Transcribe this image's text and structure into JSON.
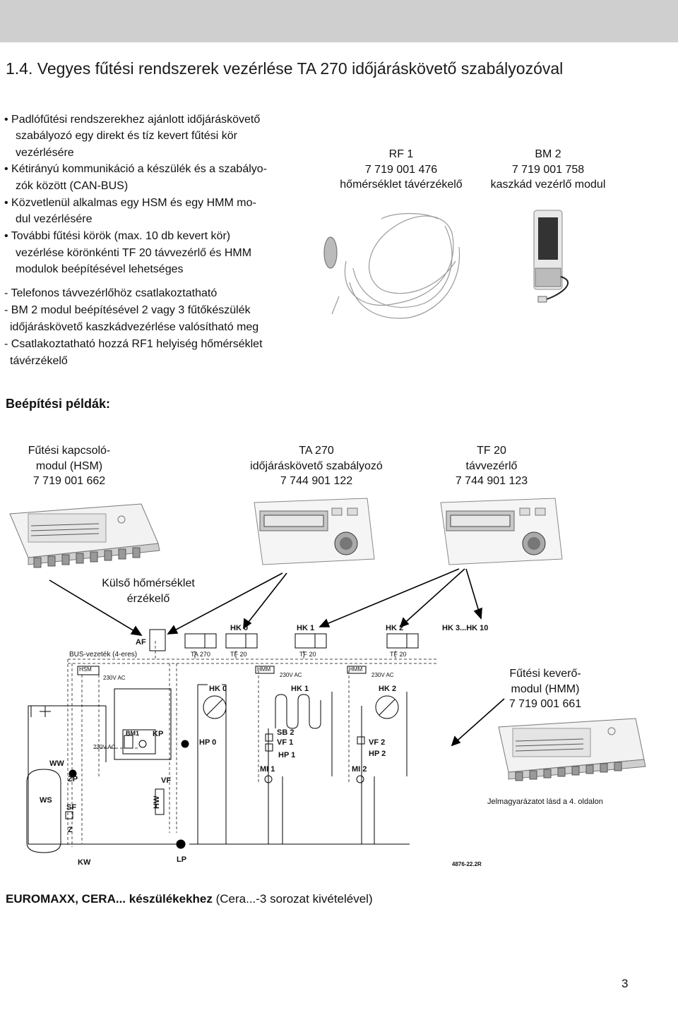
{
  "title": "1.4. Vegyes fűtési rendszerek vezérlése TA 270 időjáráskövető szabályozóval",
  "bullets": [
    "• Padlófűtési rendszerekhez ajánlott időjáráskövető",
    "szabályozó egy direkt és tíz kevert fűtési kör",
    "vezérlésére",
    "• Kétirányú kommunikáció a készülék és a szabályo-",
    "zók között (CAN-BUS)",
    "• Közvetlenül alkalmas egy HSM és egy HMM mo-",
    "dul vezérlésére",
    "• További  fűtési körök (max. 10 db kevert kör)",
    "vezérlése körönkénti TF 20 távvezérlő és HMM",
    "modulok beépítésével lehetséges"
  ],
  "dashes": [
    "- Telefonos távvezérlőhöz csatlakoztatható",
    "- BM 2 modul beépítésével 2 vagy 3 fűtőkészülék",
    "időjáráskövető kaszkádvezérlése valósítható meg",
    "- Csatlakoztatható hozzá RF1 helyiség hőmérséklet",
    "távérzékelő"
  ],
  "rf1": {
    "name": "RF 1",
    "code": "7 719 001 476",
    "desc": "hőmérséklet távérzékelő"
  },
  "bm2": {
    "name": "BM 2",
    "code": "7 719 001 758",
    "desc": "kaszkád vezérlő modul"
  },
  "subhead": "Beépítési példák:",
  "hsm": {
    "l1": "Fűtési kapcsoló-",
    "l2": "modul (HSM)",
    "l3": "7 719 001 662"
  },
  "ta270": {
    "l1": "TA 270",
    "l2": "időjáráskövető szabályozó",
    "l3": "7 744 901 122"
  },
  "tf20": {
    "l1": "TF 20",
    "l2": "távvezérlő",
    "l3": "7 744 901 123"
  },
  "sensor": {
    "l1": "Külső hőmérséklet",
    "l2": "érzékelő"
  },
  "hmm": {
    "l1": "Fűtési keverő-",
    "l2": "modul (HMM)",
    "l3": "7 719 001 661"
  },
  "diagram": {
    "af": "AF",
    "bus": "BUS-vezeték (4-eres)",
    "hsm": "HSM",
    "ac": "230V AC",
    "ta270": "TA 270",
    "tf20": "TF 20",
    "hmm": "HMM",
    "hk0": "HK 0",
    "hk1": "HK 1",
    "hk2": "HK 2",
    "hk3": "HK 3...HK 10",
    "bm1": "BM1",
    "kp": "KP",
    "hp0": "HP 0",
    "sb2": "SB 2",
    "vf1": "VF 1",
    "hp1": "HP 1",
    "mi1": "MI 1",
    "vf2": "VF 2",
    "hp2": "HP 2",
    "mi2": "MI 2",
    "ww": "WW",
    "zp": "ZP",
    "vf": "VF",
    "ws": "WS",
    "sf": "SF",
    "hw": "HW",
    "z": "Z",
    "kw": "KW",
    "lp": "LP",
    "legend": "Jelmagyarázatot lásd a 4. oldalon",
    "ref": "4876-22.2R"
  },
  "footer": {
    "bold": "EUROMAXX, CERA... készülékekhez",
    "normal": " (Cera...-3 sorozat kivételével)"
  },
  "page_number": "3"
}
